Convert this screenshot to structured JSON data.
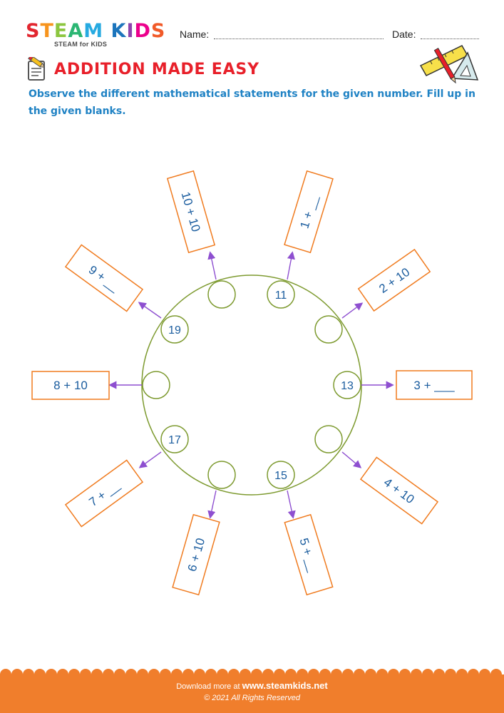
{
  "header": {
    "logo_text": "STEAM KIDS",
    "logo_subtext": "STEAM for KIDS",
    "name_label": "Name:",
    "date_label": "Date:",
    "logo_colors": [
      "#e2262f",
      "#f7941d",
      "#8cc63f",
      "#2bb673",
      "#27aae1",
      "#1c75bc",
      "#8e44ad",
      "#ec008c",
      "#f15a29",
      "#fbb040"
    ]
  },
  "worksheet": {
    "title": "ADDITION MADE EASY",
    "instructions": "Observe the different mathematical statements for the given number. Fill up in the given blanks.",
    "circle_numbers": [
      {
        "id": "top-right",
        "value": "11"
      },
      {
        "id": "top-left",
        "value": ""
      },
      {
        "id": "upper-right",
        "value": ""
      },
      {
        "id": "upper-left",
        "value": "19"
      },
      {
        "id": "right",
        "value": "13"
      },
      {
        "id": "left",
        "value": ""
      },
      {
        "id": "lower-right",
        "value": ""
      },
      {
        "id": "lower-left",
        "value": "17"
      },
      {
        "id": "bottom-right",
        "value": "15"
      },
      {
        "id": "bottom-left",
        "value": ""
      }
    ],
    "boxes": [
      {
        "id": "box-10-10",
        "text": "10 + 10"
      },
      {
        "id": "box-1-blank",
        "text": "1 + __"
      },
      {
        "id": "box-2-10",
        "text": "2 + 10"
      },
      {
        "id": "box-9-blank",
        "text": "9 + __"
      },
      {
        "id": "box-8-10",
        "text": "8 + 10"
      },
      {
        "id": "box-3-blank",
        "text": "3 + ___"
      },
      {
        "id": "box-7-blank",
        "text": "7 + __"
      },
      {
        "id": "box-4-10",
        "text": "4 + 10"
      },
      {
        "id": "box-6-10",
        "text": "6 + 10"
      },
      {
        "id": "box-5-blank",
        "text": "5 + __"
      }
    ]
  },
  "footer": {
    "download_prefix": "Download more at",
    "site": "www.steamkids.net",
    "copyright": "© 2021 All Rights Reserved"
  },
  "colors": {
    "title_red": "#e8202a",
    "instruction_blue": "#1f82c4",
    "number_blue": "#1a5c9e",
    "circle_green": "#7d9a2f",
    "box_orange": "#f07b1f",
    "arrow_purple": "#8e4fd0",
    "footer_orange": "#f07e2c"
  }
}
